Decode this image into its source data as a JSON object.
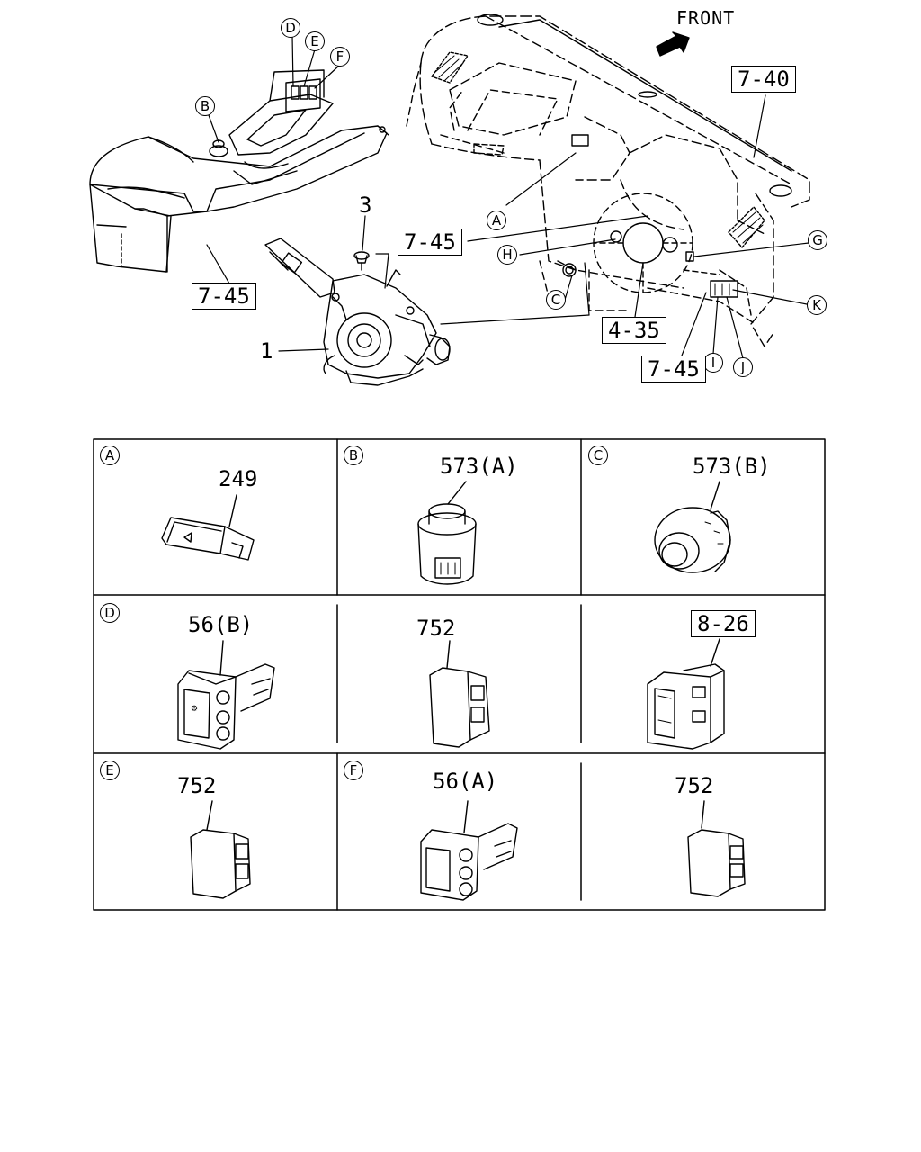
{
  "header": {
    "direction_label": "FRONT"
  },
  "overview": {
    "callouts": [
      "A",
      "B",
      "C",
      "D",
      "E",
      "F",
      "G",
      "H",
      "I",
      "J",
      "K"
    ],
    "part_numbers": {
      "part_1": "1",
      "part_3": "3"
    },
    "references": {
      "ref_7_40": "7-40",
      "ref_7_45_a": "7-45",
      "ref_7_45_b": "7-45",
      "ref_7_45_c": "7-45",
      "ref_4_35": "4-35"
    }
  },
  "grid": {
    "cells": [
      {
        "callout": "A",
        "part": "249"
      },
      {
        "callout": "B",
        "part": "573(A)"
      },
      {
        "callout": "C",
        "part": "573(B)"
      },
      {
        "callout": "D",
        "part": "56(B)"
      },
      {
        "callout": "",
        "part": "752"
      },
      {
        "callout": "",
        "part": "8-26",
        "boxed": true
      },
      {
        "callout": "E",
        "part": "752"
      },
      {
        "callout": "F",
        "part": "56(A)"
      },
      {
        "callout": "",
        "part": "752"
      }
    ]
  }
}
